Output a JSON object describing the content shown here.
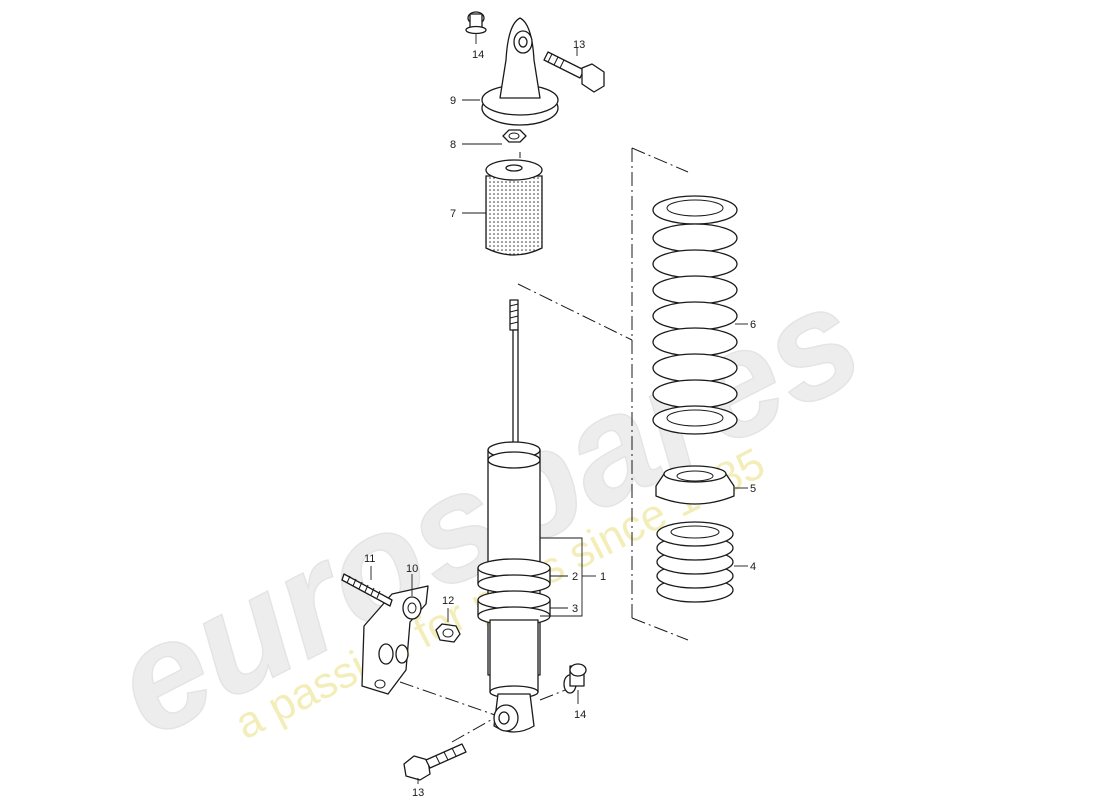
{
  "diagram": {
    "callouts": [
      {
        "id": "c1",
        "label": "1"
      },
      {
        "id": "c2",
        "label": "2"
      },
      {
        "id": "c3",
        "label": "3"
      },
      {
        "id": "c4",
        "label": "4"
      },
      {
        "id": "c5",
        "label": "5"
      },
      {
        "id": "c6",
        "label": "6"
      },
      {
        "id": "c7",
        "label": "7"
      },
      {
        "id": "c8",
        "label": "8"
      },
      {
        "id": "c9",
        "label": "9"
      },
      {
        "id": "c10",
        "label": "10"
      },
      {
        "id": "c11",
        "label": "11"
      },
      {
        "id": "c12",
        "label": "12"
      },
      {
        "id": "c13a",
        "label": "13"
      },
      {
        "id": "c13b",
        "label": "13"
      },
      {
        "id": "c14a",
        "label": "14"
      },
      {
        "id": "c14b",
        "label": "14"
      }
    ]
  },
  "watermark": {
    "logo": "eurospares",
    "tagline": "a passion for parts since 1985",
    "logo_color": "#e2e2e2",
    "tagline_color": "#efe9a2"
  }
}
